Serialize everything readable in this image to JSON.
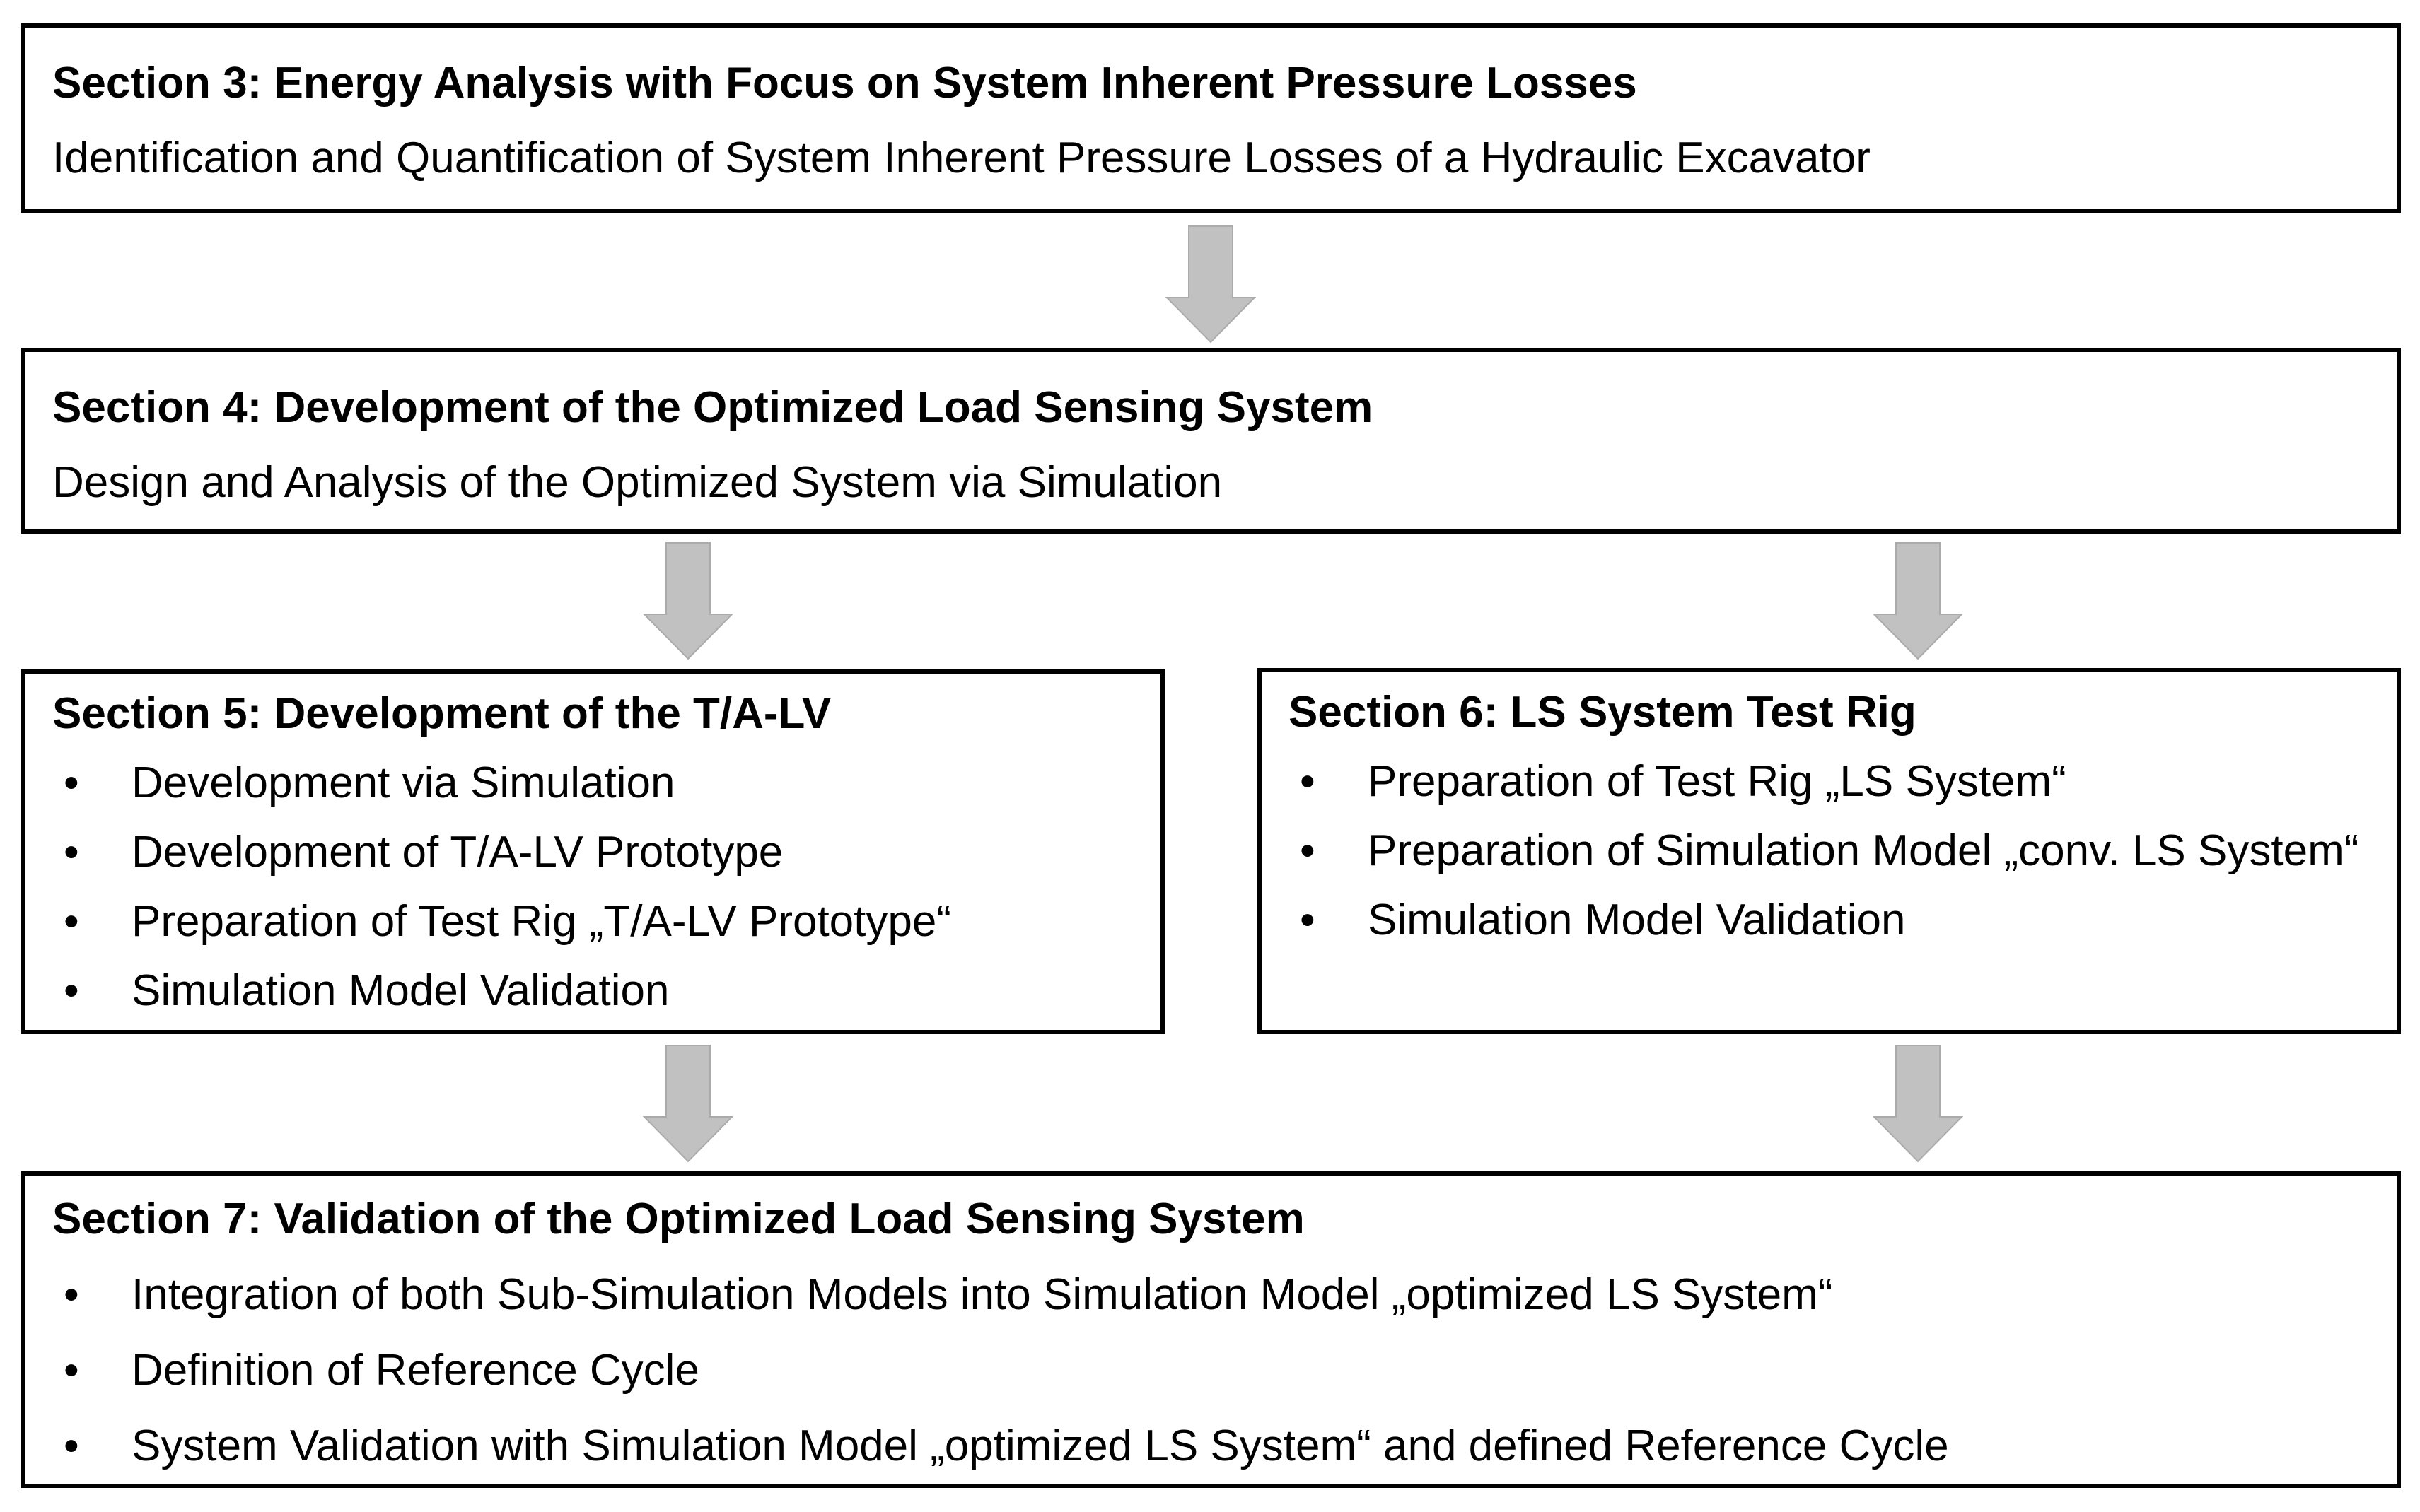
{
  "diagram": {
    "boxes": [
      {
        "id": "section3",
        "title": "Section 3: Energy Analysis with Focus on System Inherent Pressure Losses",
        "subtitle": "Identification and Quantification of System Inherent Pressure Losses of a Hydraulic Excavator"
      },
      {
        "id": "section4",
        "title": "Section 4: Development of the Optimized Load Sensing System",
        "subtitle": "Design and Analysis of the Optimized System via Simulation"
      },
      {
        "id": "section5",
        "title": "Section 5: Development of the T/A-LV",
        "bullets": [
          "Development via Simulation",
          "Development of T/A-LV Prototype",
          "Preparation of Test Rig „T/A-LV Prototype“",
          "Simulation Model Validation"
        ]
      },
      {
        "id": "section6",
        "title": "Section 6: LS System Test Rig",
        "bullets": [
          "Preparation of Test Rig „LS System“",
          "Preparation of Simulation Model „conv. LS System“",
          "Simulation Model Validation"
        ]
      },
      {
        "id": "section7",
        "title": "Section 7: Validation of the Optimized Load Sensing System",
        "bullets": [
          "Integration of both Sub-Simulation Models into Simulation Model „optimized LS System“",
          "Definition of Reference Cycle",
          "System Validation with Simulation Model „optimized LS System“ and defined Reference Cycle"
        ]
      }
    ],
    "colors": {
      "arrow_fill": "#c1c1c1",
      "arrow_stroke": "#ababab",
      "box_border": "#000000",
      "text": "#000000",
      "background": "#ffffff"
    }
  }
}
